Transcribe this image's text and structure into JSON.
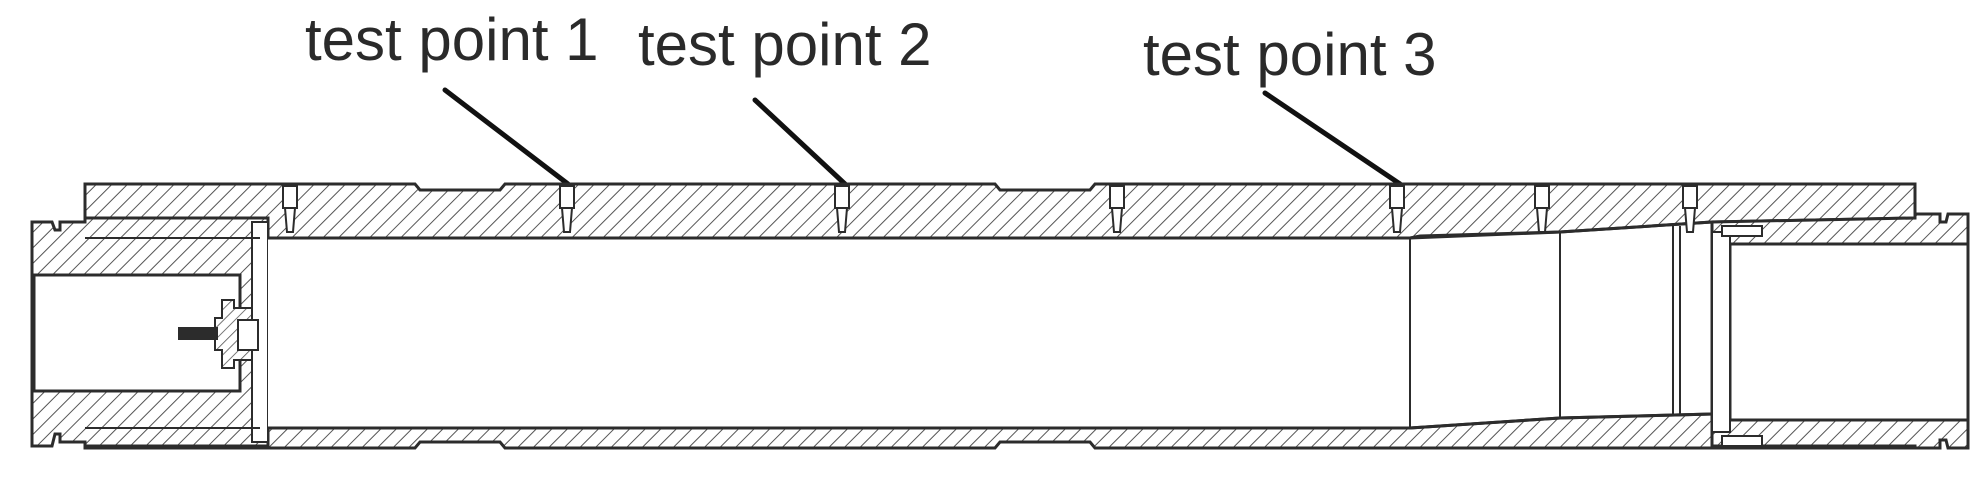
{
  "diagram": {
    "labels": [
      {
        "id": "tp1",
        "text": "test point 1"
      },
      {
        "id": "tp2",
        "text": "test point 2"
      },
      {
        "id": "tp3",
        "text": "test point 3"
      }
    ],
    "colors": {
      "line": "#2c2c2c",
      "text": "#2a2a2a",
      "background": "#ffffff"
    }
  }
}
